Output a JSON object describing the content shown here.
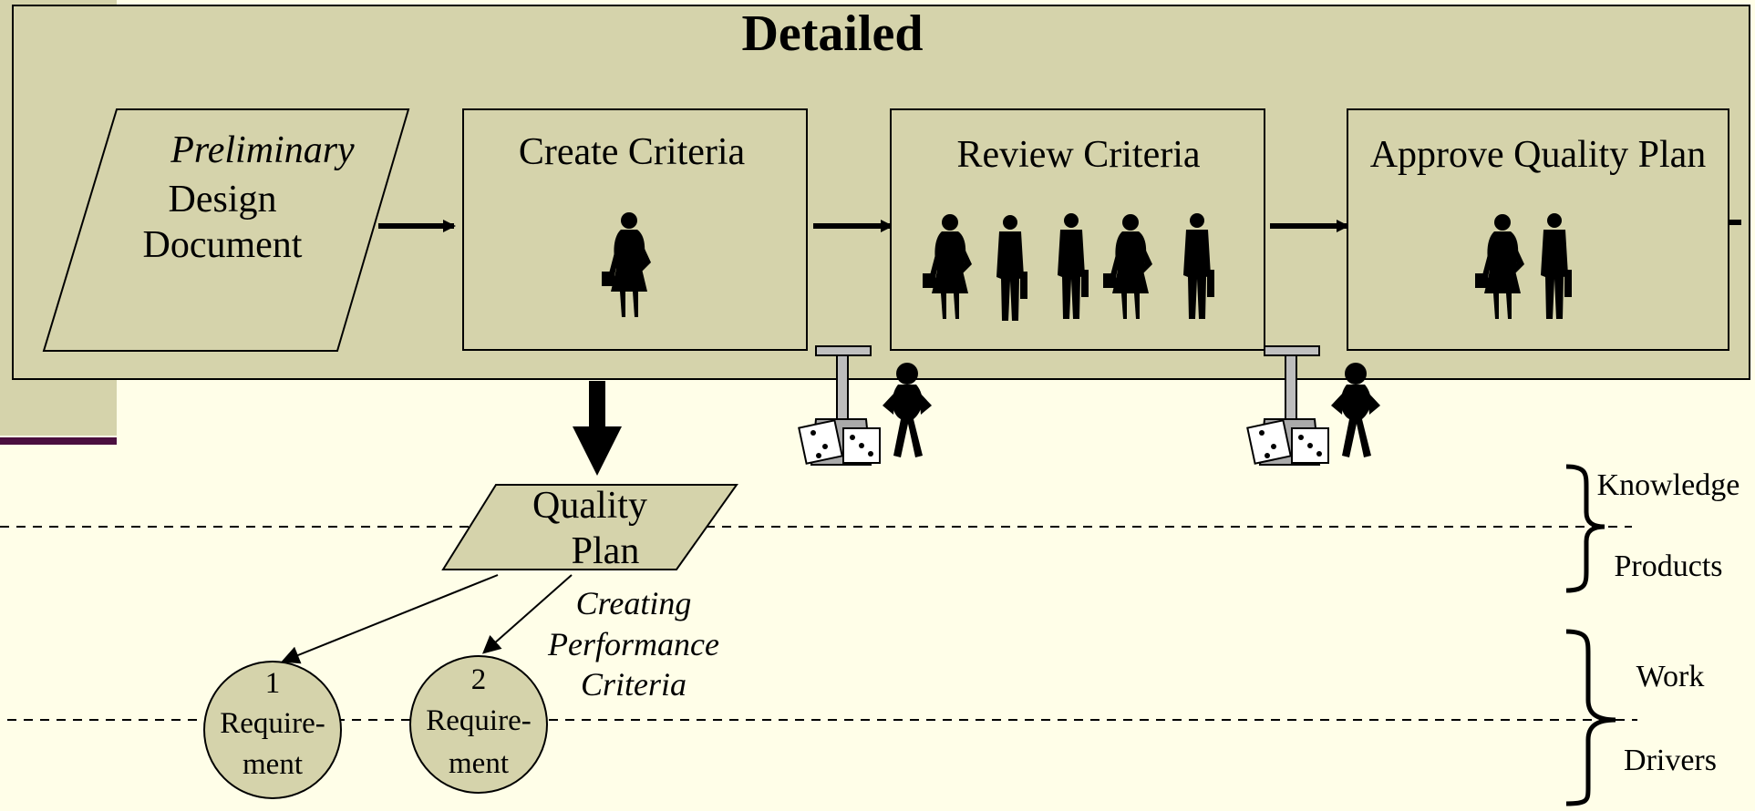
{
  "title": "Detailed",
  "input_doc": {
    "line1": "Preliminary",
    "line2": "Design",
    "line3": "Document"
  },
  "steps": [
    {
      "label": "Create Criteria"
    },
    {
      "label": "Review Criteria"
    },
    {
      "label": "Approve Quality Plan"
    }
  ],
  "quality_plan": {
    "line1": "Quality",
    "line2": "Plan"
  },
  "annotation": {
    "line1": "Creating",
    "line2": "Performance",
    "line3": "Criteria"
  },
  "requirements": [
    {
      "number": "1",
      "line1": "Require-",
      "line2": "ment"
    },
    {
      "number": "2",
      "line1": "Require-",
      "line2": "ment"
    }
  ],
  "bands": {
    "knowledge": "Knowledge",
    "products": "Products",
    "work": "Work",
    "drivers": "Drivers"
  },
  "colors": {
    "panel": "#d5d3ab",
    "background": "#fffee8",
    "accent_bar": "#4b0f3f"
  }
}
